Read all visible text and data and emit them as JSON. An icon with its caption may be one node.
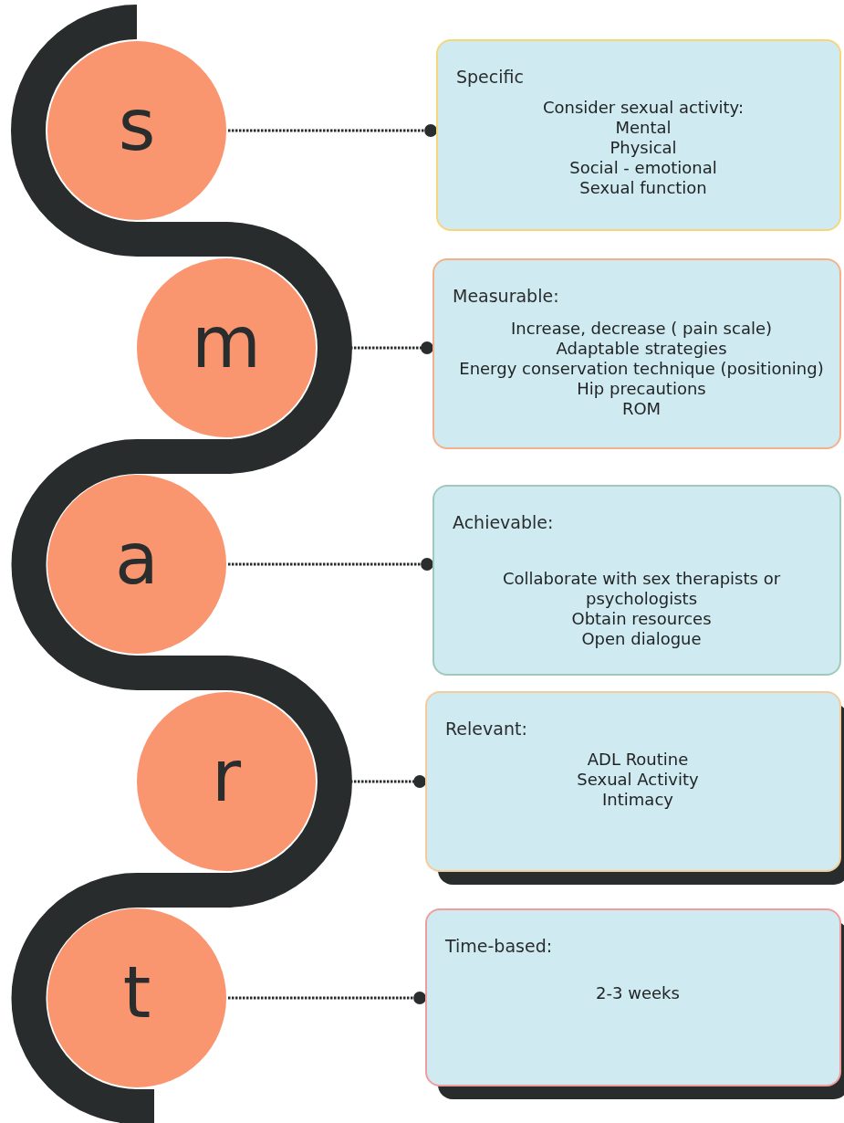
{
  "diagram": {
    "nodes": [
      {
        "text": [
          "s"
        ]
      },
      {
        "text": [
          "m"
        ]
      },
      {
        "text": [
          "a"
        ]
      },
      {
        "text": [
          "r"
        ]
      },
      {
        "text": [
          "t"
        ]
      },
      {
        "text": [
          "Specific",
          "Consider sexual activity:",
          "Mental",
          "Physical",
          "Social - emotional",
          "Sexual function"
        ]
      },
      {
        "text": [
          "Measurable:",
          "Increase, decrease ( pain scale)",
          "Adaptable strategies",
          "Energy conservation technique (positioning)",
          "Hip precautions",
          "ROM"
        ]
      },
      {
        "text": [
          "Achievable:",
          "Collaborate  with sex therapists or psychologists",
          "Obtain resources",
          "Open dialogue"
        ]
      },
      {
        "text": [
          "Relevant:",
          "ADL Routine",
          "Sexual Activity",
          "Intimacy"
        ]
      },
      {
        "text": [
          "Time-based:",
          "2-3 weeks"
        ]
      }
    ],
    "edges": [
      {
        "from": 0,
        "to": 5,
        "arrow": "other",
        "style": "dashed"
      },
      {
        "from": 1,
        "to": 6,
        "arrow": "other",
        "style": "dashed"
      },
      {
        "from": 2,
        "to": 7,
        "arrow": "other",
        "style": "dashed"
      },
      {
        "from": 3,
        "to": 8,
        "arrow": "other",
        "style": "dashed"
      },
      {
        "from": 4,
        "to": 9,
        "arrow": "other",
        "style": "dashed"
      }
    ]
  }
}
